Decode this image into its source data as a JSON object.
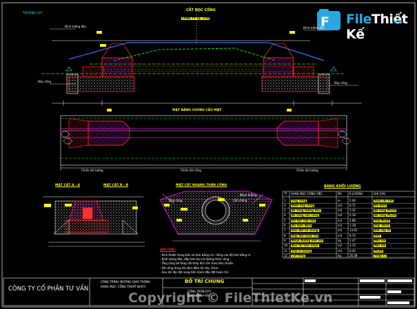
{
  "logo": {
    "brand": "File",
    "brand2": "Thiết Kế",
    "suffix": ".vn"
  },
  "top_labels": {
    "upstream": "THƯỢNG LƯU",
    "section_title": "CẮT DỌC CỐNG",
    "section_scale": "CỐNG TỶ LỆ: 1/50",
    "plan_title": "MẶT BẰNG CHUNG CẦU MẶT",
    "elevation_left_1": "Đỉnh tường đầu",
    "elevation_left_2": "Đáy cống",
    "elevation_right_1": "Đỉnh tường đầu",
    "elevation_right_2": "Đáy cống"
  },
  "bottom_labels": {
    "length_note": "Chiều dài cống",
    "left_dim": "Chiều dài tường",
    "right_dim": "Chiều dài tường",
    "section_a": "MẶT CẮT A - A",
    "section_b": "MẶT CẮT B - B",
    "cross_title": "MẶT CẮT NGANG THÂN CỐNG",
    "cross_label_1": "Ống cống",
    "cross_label_2": "Cốt chống",
    "cross_label_3": "Nhựa đường",
    "notes_title": "GHI CHÚ:",
    "notes": [
      "- Kích thước trong bản vẽ tính bằng cm, riêng cao độ tính bằng m.",
      "- Khối lượng đào, đắp tính bù trừ đường thân cống.",
      "- Ống cống bê tông cốt thép đúc sẵn theo tiêu chuẩn.",
      "- Đế cống dùng đá dăm đệm lót dày 10cm.",
      "- Sau khi lắp đặt xong tiến hành đắp đất hoàn trả."
    ]
  },
  "table": {
    "title": "BẢNG KHỐI LƯỢNG",
    "headers": [
      "TT",
      "HẠNG MỤC CÔNG VIỆC",
      "ĐV",
      "K.LƯỢNG",
      "GHI CHÚ"
    ],
    "rows": [
      [
        "1",
        "Ống cống",
        "m",
        "5.00",
        "Xem chi tiết"
      ],
      [
        "2",
        "Đệm ống cống",
        "m3",
        "0.71",
        "Đá dăm"
      ],
      [
        "3",
        "Bê tông tường đầu",
        "m3",
        "3.32",
        "Bê tông M150"
      ],
      [
        "4",
        "Bê tông sân cống",
        "m3",
        "2.16",
        "Bê tông M150"
      ],
      [
        "5",
        "Đá hộc xây vữa",
        "m3",
        "4.86",
        "Vữa M100"
      ],
      [
        "6",
        "Đá dăm đệm",
        "m3",
        "1.38",
        "Dày 10cm"
      ],
      [
        "7",
        "Đào đất hố móng",
        "m3",
        "13.81",
        "Đất cấp III"
      ],
      [
        "8",
        "Đắp đất hoàn trả",
        "m3",
        "9.72",
        "K95"
      ],
      [
        "9",
        "Nhựa đường mối nối",
        "kg",
        "2.47",
        "Mối nối"
      ],
      [
        "10",
        "Bao tải tẩm nhựa",
        "m2",
        "3.15",
        "Mối nối"
      ],
      [
        "11",
        "Vữa xi măng",
        "m3",
        "0.45",
        "M100"
      ],
      [
        "12",
        "Cốt thép",
        "kg",
        "26.38",
        "Thép CI"
      ]
    ]
  },
  "title_block": {
    "company": "CÔNG TY CỔ PHẦN TƯ VẤN",
    "project_1": "CÔNG TRÌNH: ĐƯỜNG GIAO THÔNG",
    "project_2": "HẠNG MỤC: CỐNG THOÁT NƯỚC",
    "drawing_title": "BỐ TRÍ CHUNG",
    "drawing_sub": "CỐNG TRÒN D75",
    "drawing_sub2": "ĐOẠN KM0+450",
    "watermark": "Copyright © FileThietKe.vn"
  },
  "colors": {
    "background": "#000000",
    "structure": "#ff0000",
    "fill": "#ff00ff",
    "ground": "#00ff00",
    "cyan": "#00ffff",
    "yellow": "#ffff00",
    "logo": "#2aa7e0"
  }
}
